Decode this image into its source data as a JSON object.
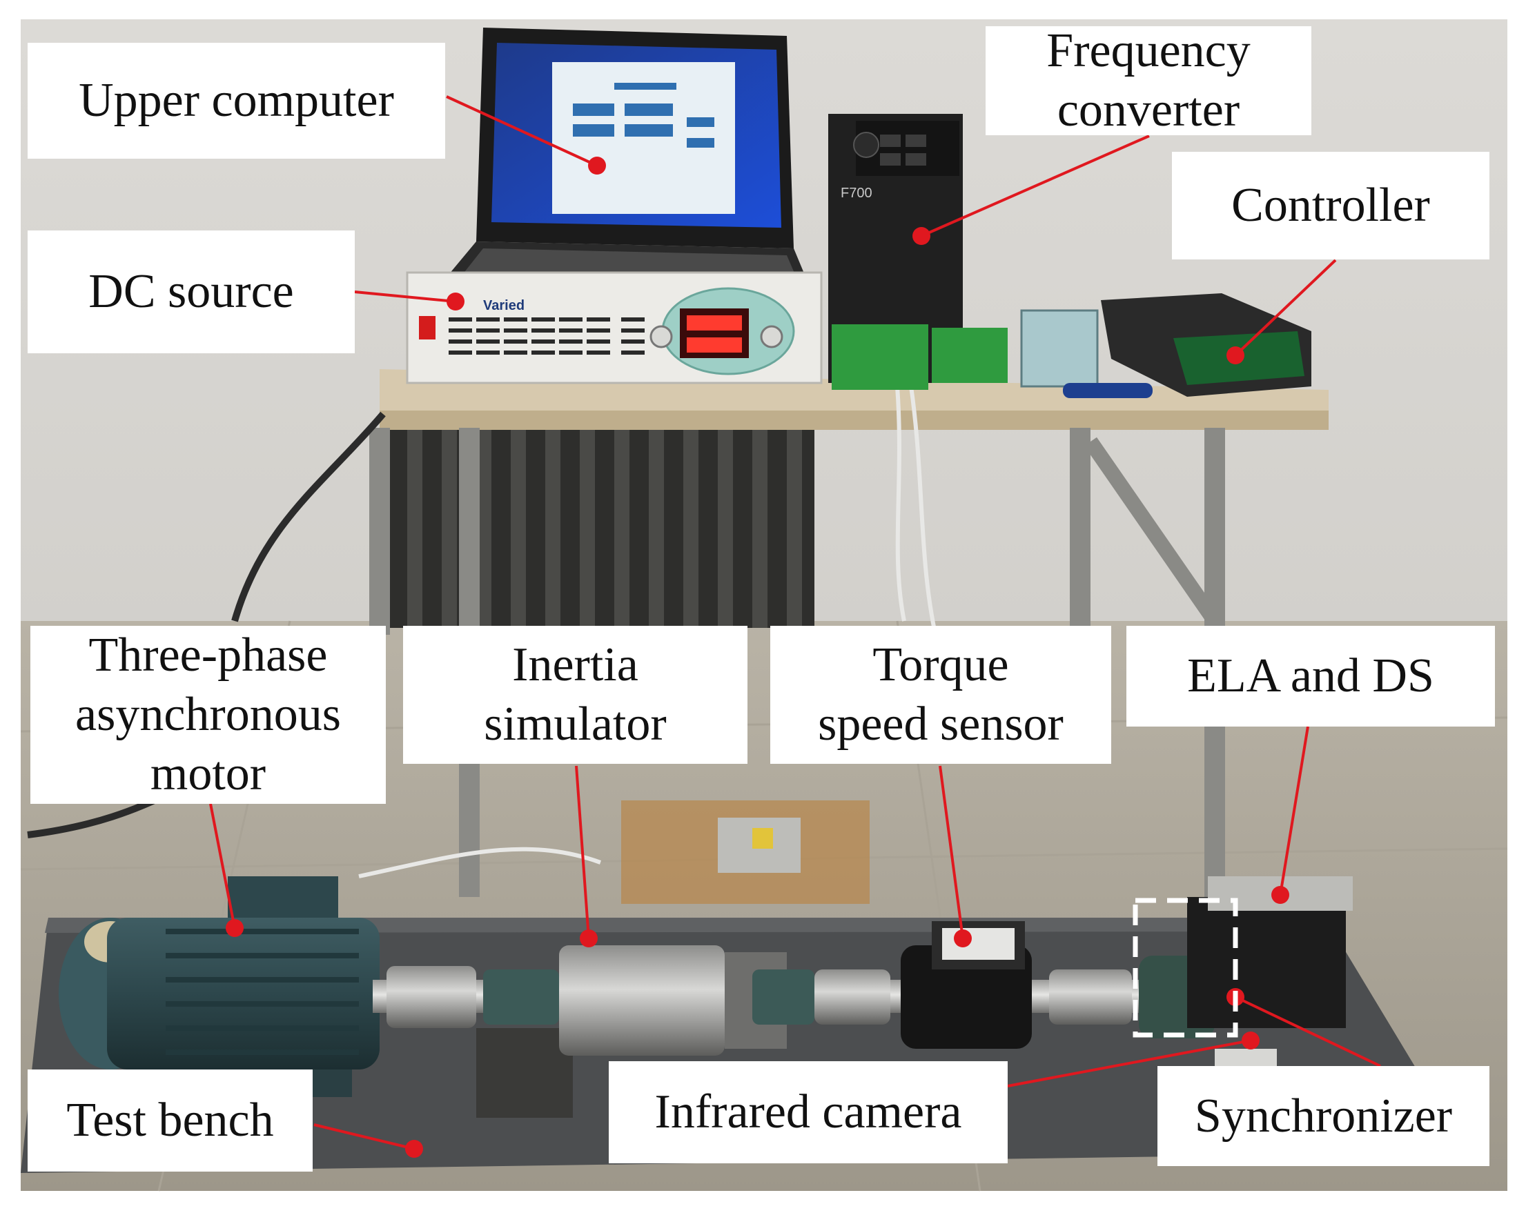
{
  "figure": {
    "labels": {
      "upper_computer": "Upper computer",
      "frequency_converter": [
        "Frequency",
        "converter"
      ],
      "controller": "Controller",
      "dc_source": "DC source",
      "three_phase_motor": [
        "Three-phase",
        "asynchronous",
        "motor"
      ],
      "inertia_simulator": [
        "Inertia",
        "simulator"
      ],
      "torque_speed_sensor": [
        "Torque",
        "speed sensor"
      ],
      "ela_and_ds": "ELA and DS",
      "test_bench": "Test bench",
      "infrared_camera": "Infrared camera",
      "synchronizer": "Synchronizer"
    },
    "photo_text": {
      "power_supply_brand": "Varied",
      "inverter_model": "F700"
    },
    "colors": {
      "annotation_red": "#e0181f",
      "marker_dot": "#e0181f",
      "label_background": "#ffffff",
      "dashed_box": "#ffffff"
    }
  }
}
